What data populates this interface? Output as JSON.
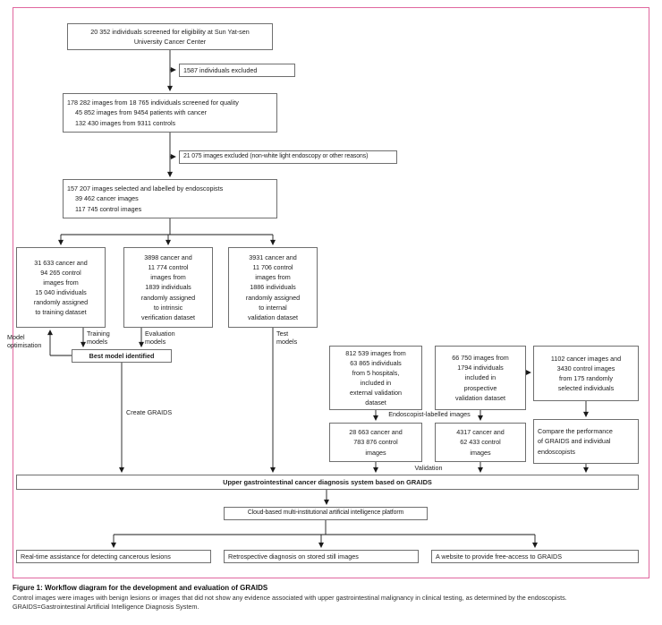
{
  "colors": {
    "frame_border": "#e0679f",
    "box_border": "#6f6f6f",
    "connector": "#1a1a1a"
  },
  "flowchart": {
    "screening": {
      "lines": [
        "20 352 individuals screened for eligibility at Sun Yat-sen",
        "University Cancer Center"
      ]
    },
    "excluded_individuals": {
      "text": "1587 individuals excluded"
    },
    "quality": {
      "lines": [
        "178 282 images from 18 765 individuals screened for quality",
        "45 852 images from 9454 patients with cancer",
        "132 430 images from 9311 controls"
      ]
    },
    "excluded_images": {
      "text": "21 075 images excluded (non-white light endoscopy or other reasons)"
    },
    "selected": {
      "lines": [
        "157 207 images selected and labelled by endoscopists",
        "39 462 cancer images",
        "117 745 control images"
      ]
    },
    "training_dataset": {
      "lines": [
        "31 633 cancer and",
        "94 265 control",
        "images from",
        "15 040 individuals",
        "randomly assigned",
        "to training dataset"
      ]
    },
    "verification_dataset": {
      "lines": [
        "3898 cancer and",
        "11 774 control",
        "images from",
        "1839 individuals",
        "randomly assigned",
        "to intrinsic",
        "verification dataset"
      ]
    },
    "internal_validation_dataset": {
      "lines": [
        "3931 cancer and",
        "11 706 control",
        "images from",
        "1886 individuals",
        "randomly assigned",
        "to internal",
        "validation dataset"
      ]
    },
    "best_model": {
      "text": "Best model identified"
    },
    "external_validation": {
      "lines": [
        "812 539 images from",
        "63 865 individuals",
        "from 5 hospitals,",
        "included in",
        "external validation",
        "dataset"
      ]
    },
    "prospective_validation": {
      "lines": [
        "66 750 images from",
        "1794 individuals",
        "included in",
        "prospective",
        "validation dataset"
      ]
    },
    "randomly_selected": {
      "lines": [
        "1102 cancer images and",
        "3430 control images",
        "from 175 randomly",
        "selected individuals"
      ]
    },
    "external_images": {
      "lines": [
        "28 663 cancer and",
        "783 876 control",
        "images"
      ]
    },
    "prospective_images": {
      "lines": [
        "4317 cancer and",
        "62 433 control",
        "images"
      ]
    },
    "compare": {
      "lines": [
        "Compare the performance",
        "of GRAIDS and individual",
        "endoscopists"
      ]
    },
    "system": {
      "text": "Upper gastrointestinal cancer diagnosis system based on GRAIDS"
    },
    "cloud": {
      "text": "Cloud-based multi-institutional artificial intelligence platform"
    },
    "realtime": {
      "text": "Real-time assistance for detecting cancerous lesions"
    },
    "retrospective": {
      "text": "Retrospective diagnosis on stored still images"
    },
    "website": {
      "text": "A website to provide free-access to GRAIDS"
    }
  },
  "labels": {
    "model_optimisation": [
      "Model",
      "optimisation"
    ],
    "training_models": [
      "Training",
      "models"
    ],
    "evaluation_models": [
      "Evaluation",
      "models"
    ],
    "test_models": [
      "Test",
      "models"
    ],
    "create_graids": "Create GRAIDS",
    "endoscopist_labelled": "Endoscopist-labelled images",
    "validation": "Validation"
  },
  "caption": {
    "title": "Figure 1: Workflow diagram for the development and evaluation of GRAIDS",
    "line1": "Control images were images with benign lesions or images that did not show any evidence associated with upper gastrointestinal malignancy in clinical testing, as determined by the endoscopists.",
    "line2": "GRAIDS=Gastrointestinal Artificial Intelligence Diagnosis System."
  }
}
